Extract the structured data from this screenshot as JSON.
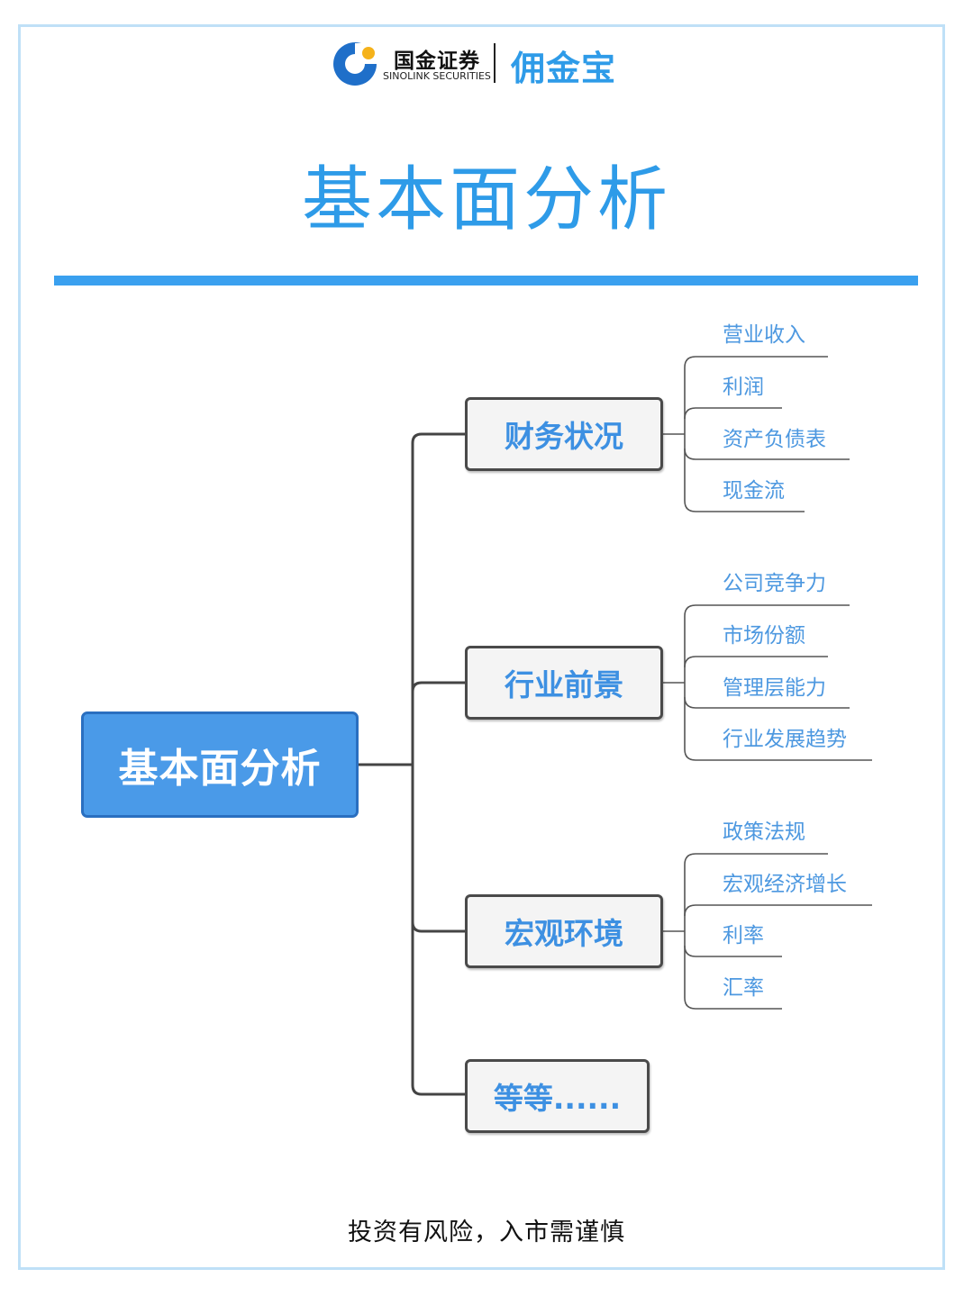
{
  "brand": {
    "name_cn": "国金证券",
    "name_en": "SINOLINK SECURITIES",
    "product": "佣金宝",
    "logo_icon": "sinolink-logo-icon"
  },
  "title": "基本面分析",
  "mindmap": {
    "root": "基本面分析",
    "branches": [
      {
        "label": "财务状况",
        "children": [
          "营业收入",
          "利润",
          "资产负债表",
          "现金流"
        ]
      },
      {
        "label": "行业前景",
        "children": [
          "公司竞争力",
          "市场份额",
          "管理层能力",
          "行业发展趋势"
        ]
      },
      {
        "label": "宏观环境",
        "children": [
          "政策法规",
          "宏观经济增长",
          "利率",
          "汇率"
        ]
      },
      {
        "label": "等等......",
        "children": []
      }
    ]
  },
  "footer": "投资有风险，入市需谨慎",
  "colors": {
    "accent": "#2e9be8",
    "root_fill": "#4a9ae8",
    "frame": "#bfe0f7"
  }
}
